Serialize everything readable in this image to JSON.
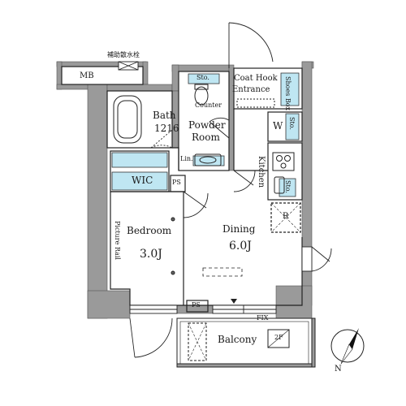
{
  "labels": {
    "sprinkler_valve": "補助散水栓",
    "mb": "MB",
    "sto_top": "Sto.",
    "coat_hook": "Coat Hook",
    "entrance": "Entrance",
    "shoes_box": "Shoes Box",
    "bath": "Bath",
    "bath_size": "1216",
    "counter": "Counter",
    "powder_room_1": "Powder",
    "powder_room_2": "Room",
    "w": "W",
    "sto_w": "Sto.",
    "lin": "Lin.",
    "wic": "WIC",
    "ps_wic": "PS",
    "kitchen": "Kitchen",
    "sto_kitchen": "Sto.",
    "r": "R",
    "bedroom": "Bedroom",
    "bedroom_size": "3.0J",
    "picture_rail": "Picture Rail",
    "dining": "Dining",
    "dining_size": "6.0J",
    "ps_bottom": "PS",
    "fix": "FIX",
    "balcony": "Balcony",
    "floor_2f": "2F",
    "north": "N"
  },
  "colors": {
    "wall": "#9a9a9a",
    "wall_dark": "#7d7d7d",
    "storage_fill": "#bfe6f2",
    "line": "#222222"
  }
}
